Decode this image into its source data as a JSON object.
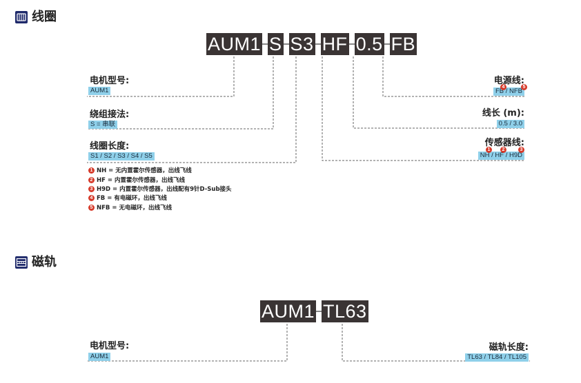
{
  "coil": {
    "title": "线圈",
    "code_segments": [
      "AUM1",
      "S",
      "S3",
      "HF",
      "0.5",
      "FB"
    ],
    "left_fields": [
      {
        "label": "电机型号:",
        "value": "AUM1"
      },
      {
        "label": "绕组接法:",
        "value": "S = 串联"
      },
      {
        "label": "线圈长度:",
        "value": "S1 / S2 / S3 / S4 / S5"
      }
    ],
    "right_fields": [
      {
        "label": "电源线:",
        "value": "FB / NFB",
        "markers": [
          "4",
          "5"
        ]
      },
      {
        "label": "线长 (m):",
        "value": "0.5 / 3.0"
      },
      {
        "label": "传感器线:",
        "value": "NH / HF / H9D",
        "markers": [
          "1",
          "2",
          "3"
        ]
      }
    ],
    "notes": [
      {
        "num": "1",
        "text": "NH = 无内置霍尔传感器，出线飞线"
      },
      {
        "num": "2",
        "text": "HF = 内置霍尔传感器，出线飞线"
      },
      {
        "num": "3",
        "text": "H9D = 内置霍尔传感器，出线配有9针D-Sub接头"
      },
      {
        "num": "4",
        "text": "FB = 有电磁环，出线飞线"
      },
      {
        "num": "5",
        "text": "NFB = 无电磁环，出线飞线"
      }
    ]
  },
  "track": {
    "title": "磁轨",
    "code_segments": [
      "AUM1",
      "TL63"
    ],
    "left_fields": [
      {
        "label": "电机型号:",
        "value": "AUM1"
      }
    ],
    "right_fields": [
      {
        "label": "磁轨长度:",
        "value": "TL63 / TL84 / TL105"
      }
    ]
  },
  "colors": {
    "code_bg": "#3a3434",
    "value_bg": "#8fd0ea",
    "icon_bg": "#1f2a6b",
    "marker": "#d63a2a"
  }
}
